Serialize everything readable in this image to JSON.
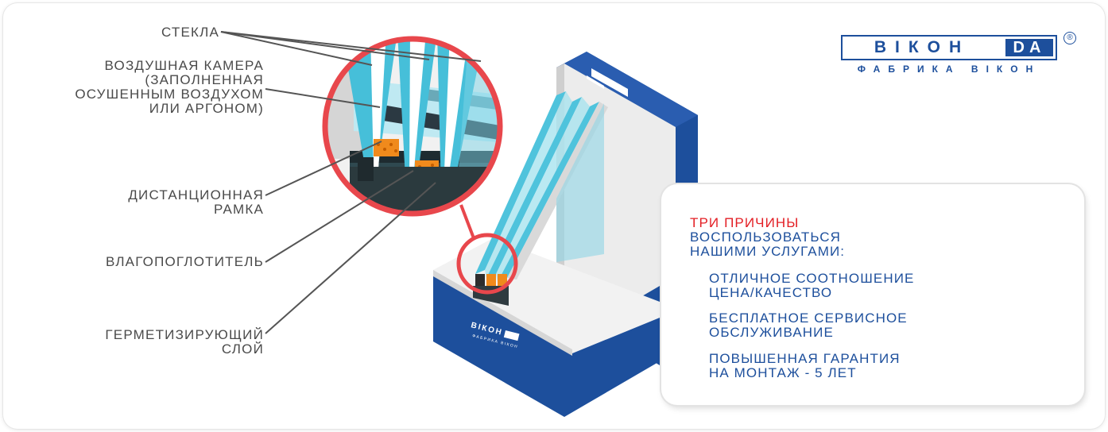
{
  "labels": {
    "glass": "СТЕКЛА",
    "air_chamber": [
      "ВОЗДУШНАЯ КАМЕРА",
      "(ЗАПОЛНЕННАЯ",
      "ОСУШЕННЫМ ВОЗДУХОМ",
      "ИЛИ АРГОНОМ)"
    ],
    "spacer": [
      "ДИСТАНЦИОННАЯ",
      "РАМКА"
    ],
    "desiccant": "ВЛАГОПОГЛОТИТЕЛЬ",
    "sealant": [
      "ГЕРМЕТИЗИРУЮЩИЙ",
      "СЛОЙ"
    ]
  },
  "logo": {
    "word": "ВІКОН",
    "suffix": "DA",
    "registered": "®",
    "tagline": "ФАБРИКА ВІКОН"
  },
  "info_card": {
    "heading_red": "ТРИ ПРИЧИНЫ",
    "heading_blue": [
      "ВОСПОЛЬЗОВАТЬСЯ",
      "НАШИМИ УСЛУГАМИ:"
    ],
    "reasons": [
      [
        "ОТЛИЧНОЕ СООТНОШЕНИЕ",
        "ЦЕНА/КАЧЕСТВО"
      ],
      [
        "БЕСПЛАТНОЕ СЕРВИСНОЕ",
        "ОБСЛУЖИВАНИЕ"
      ],
      [
        "ПОВЫШЕННАЯ ГАРАНТИЯ",
        "НА МОНТАЖ - 5 ЛЕТ"
      ]
    ]
  },
  "colors": {
    "brand_blue": "#1d4f9c",
    "accent_red": "#e31e24",
    "glass": "#4fc3dc",
    "desiccant_orange": "#f08a1c"
  }
}
